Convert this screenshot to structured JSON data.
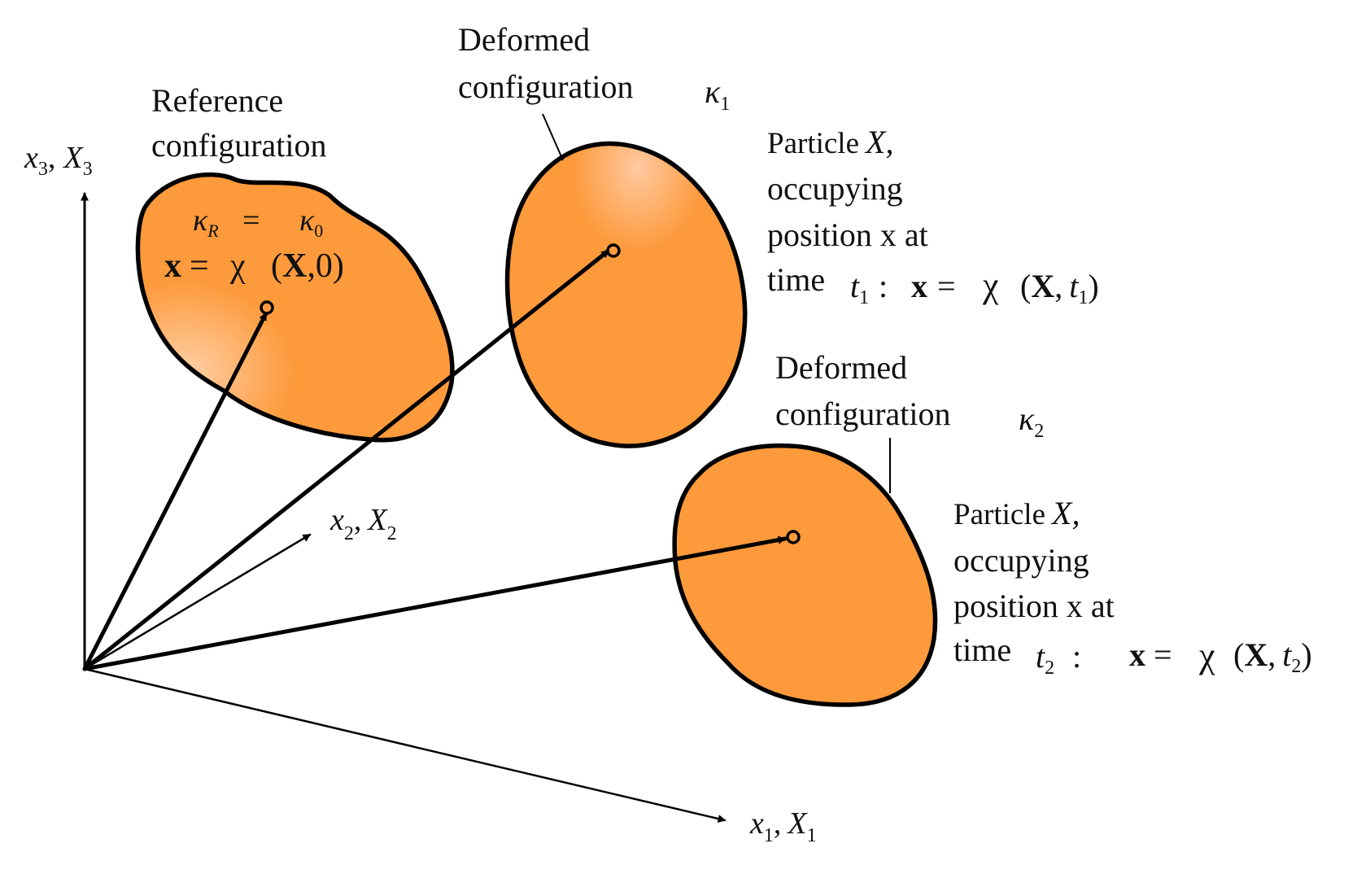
{
  "colors": {
    "body_fill": "#FD9A3B",
    "outline": "#000000",
    "background": "#FFFFFF"
  },
  "reference": {
    "title_line1": "Reference",
    "title_line2": "configuration",
    "kappa": "κ",
    "sub_R": "R",
    "eq_sign": "=",
    "kappa2": "κ",
    "sub_0": "0",
    "x": "x",
    "equals": "=",
    "chi": "χ",
    "open_paren": "(",
    "X": "X",
    "args_rest": ",0)"
  },
  "deformed1": {
    "line1": "Deformed",
    "line2": "configuration",
    "kappa": "κ",
    "sub": "1"
  },
  "deformed2": {
    "line1": "Deformed",
    "line2": "configuration",
    "kappa": "κ",
    "sub": "2"
  },
  "particle1": {
    "line1_word": "Particle",
    "line1_X": "X,",
    "line2": "occupying",
    "line3": "position x at",
    "time_word": "time",
    "t": "t",
    "t_sub": "1",
    "colon": ":",
    "x": "x",
    "equals": "=",
    "chi": "χ",
    "open_paren": "(",
    "X": "X",
    "comma": ",",
    "t2": "t",
    "t2_sub": "1",
    "close_paren": ")"
  },
  "particle2": {
    "line1_word": "Particle",
    "line1_X": "X,",
    "line2": "occupying",
    "line3": "position x at",
    "time_word": "time",
    "t": "t",
    "t_sub": "2",
    "colon": ":",
    "x": "x",
    "equals": "=",
    "chi": "χ",
    "open_paren": "(",
    "X": "X",
    "comma": ",",
    "t2": "t",
    "t2_sub": "2",
    "close_paren": ")"
  },
  "axes": {
    "x3": "x",
    "x3_sub": "3",
    "x3_sep": ",",
    "X3": "X",
    "X3_sub": "3",
    "x2": "x",
    "x2_sub": "2",
    "x2_sep": ",",
    "X2": "X",
    "X2_sub": "2",
    "x1": "x",
    "x1_sub": "1",
    "x1_sep": ",",
    "X1": "X",
    "X1_sub": "1"
  }
}
